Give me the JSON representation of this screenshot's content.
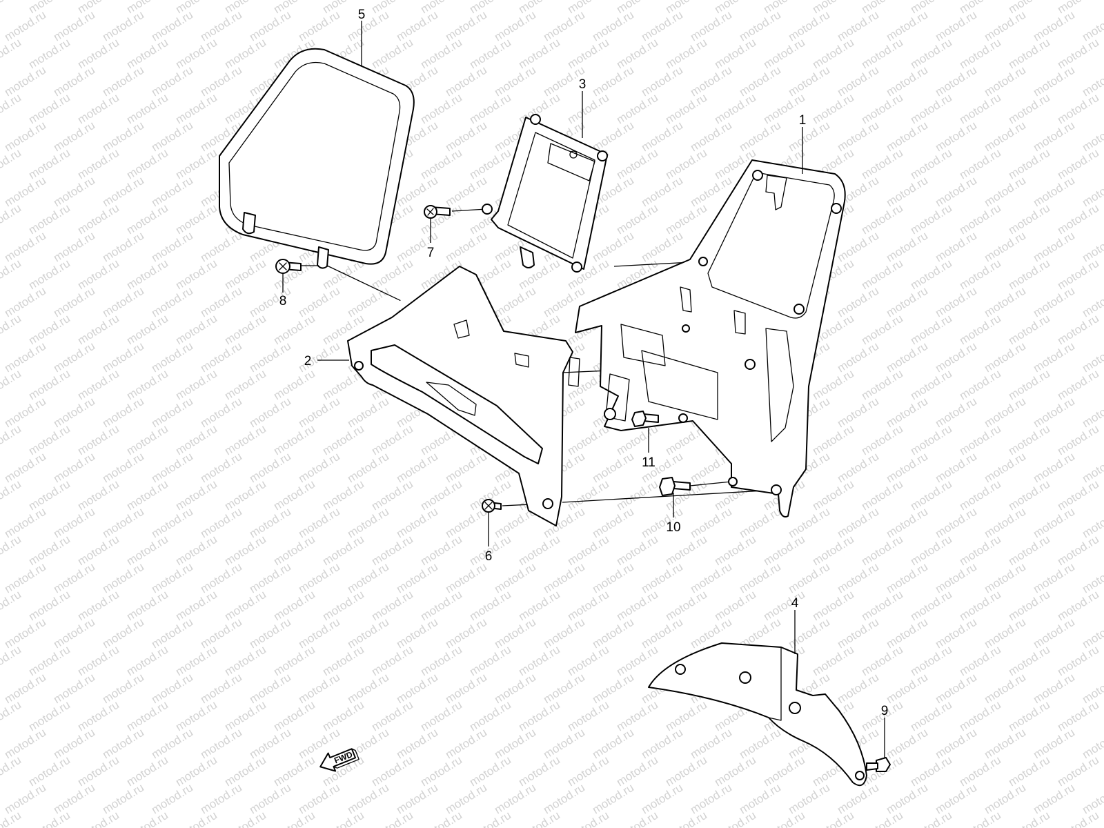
{
  "watermark": "motod.ru",
  "callouts": [
    "1",
    "2",
    "3",
    "4",
    "5",
    "6",
    "7",
    "8",
    "9",
    "10",
    "11"
  ],
  "fwd_label": "FWD",
  "colors": {
    "line": "#000000",
    "watermark": "#d2d2d2",
    "background": "#ffffff"
  }
}
